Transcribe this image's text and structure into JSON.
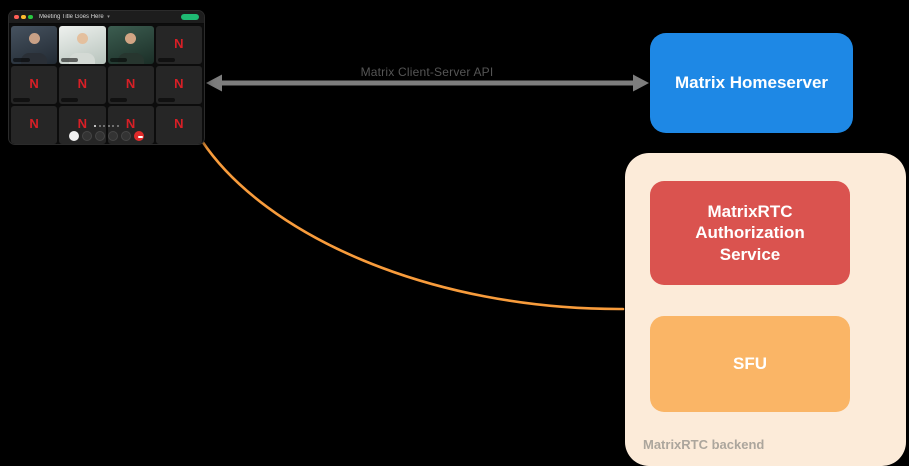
{
  "colors": {
    "canvas_bg": "#000000",
    "homeserver_bg": "#1E88E5",
    "backend_bg": "#FCEBD9",
    "auth_service_bg": "#DA534F",
    "sfu_bg": "#FAB566",
    "arrow_gray": "#7D7D7D",
    "connector_orange": "#F89C3C",
    "avatar_red": "#D81F26"
  },
  "connection": {
    "api_label": "Matrix Client-Server API"
  },
  "homeserver": {
    "label": "Matrix Homeserver"
  },
  "backend": {
    "label": "MatrixRTC backend",
    "auth_service_label": "MatrixRTC Authorization Service",
    "sfu_label": "SFU"
  },
  "call_window": {
    "title": "Meeting Title Goes Here",
    "title_caret": "▾",
    "avatar_letter": "N"
  }
}
